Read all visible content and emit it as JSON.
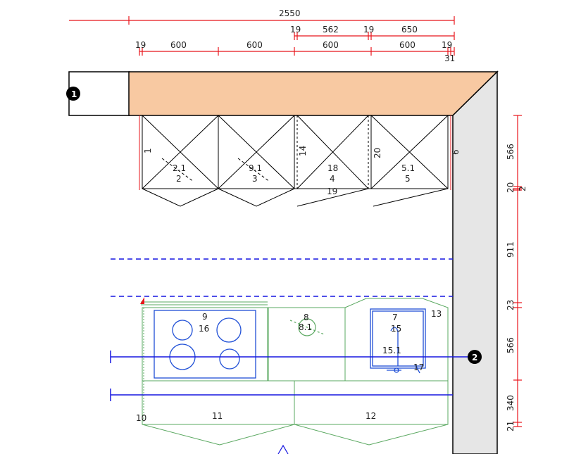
{
  "dimensions_top": {
    "overall": "2550",
    "row2": [
      "19",
      "562",
      "19",
      "650"
    ],
    "row3": [
      "19",
      "600",
      "600",
      "600",
      "600",
      "19"
    ],
    "row3_end": "31"
  },
  "dimensions_right": [
    "566",
    "20",
    "2",
    "911",
    "23",
    "566",
    "340",
    "21"
  ],
  "wall_markers": [
    "1",
    "2"
  ],
  "wall_cabinets": [
    {
      "side_label": "1",
      "labels": [
        "2.1",
        "2"
      ]
    },
    {
      "side_label": "",
      "labels": [
        "9.1",
        "3"
      ]
    },
    {
      "side_label": "14",
      "labels": [
        "18",
        "4"
      ]
    },
    {
      "side_label": "20",
      "labels": [
        "5.1",
        "5"
      ]
    }
  ],
  "wall_cabinet_extra": {
    "right_label": "6",
    "bottom_label": "19"
  },
  "base_units": {
    "hob": [
      "9",
      "16"
    ],
    "middle": [
      "8",
      "8.1"
    ],
    "sink": [
      "7",
      "15",
      "15.1",
      "17"
    ],
    "corner": "13",
    "left_end": "10",
    "doors": [
      "11",
      "12"
    ]
  },
  "colors": {
    "dimension": "#e8141b",
    "countertop_fill": "#f8c9a2",
    "wall_fill": "#e6e6e6",
    "base_outline": "#5aa860",
    "appliance": "#1f4fd6",
    "guide_line": "#1515e0"
  }
}
